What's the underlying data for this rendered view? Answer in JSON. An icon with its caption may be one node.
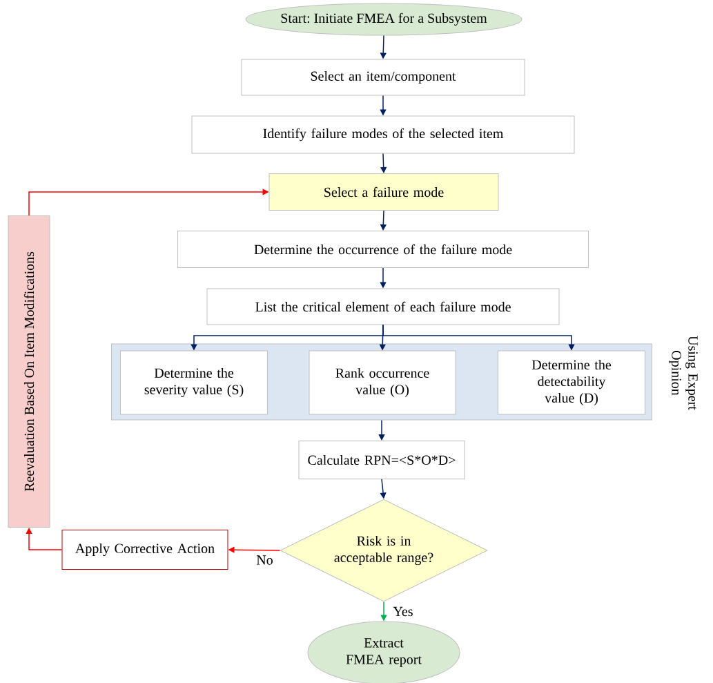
{
  "diagram": {
    "nodes": [
      {
        "text": [
          "Start: Initiate FMEA for a Subsystem"
        ]
      },
      {
        "text": [
          "Select an item/component"
        ]
      },
      {
        "text": [
          "Identify failure modes of the selected item"
        ]
      },
      {
        "text": [
          "Select a failure mode"
        ]
      },
      {
        "text": [
          "Determine the occurrence of the failure mode"
        ]
      },
      {
        "text": [
          "List the critical element of each failure mode"
        ]
      },
      {
        "text": [
          "Using Expert Opinion"
        ]
      },
      {
        "text": [
          "Determine the severity value (S)"
        ],
        "in": 6
      },
      {
        "text": [
          "Rank occurrence value (O)"
        ],
        "in": 6
      },
      {
        "text": [
          "Determine the detectability value (D)"
        ],
        "in": 6
      },
      {
        "text": [
          "Calculate RPN=<S*O*D>"
        ]
      },
      {
        "text": [
          "Risk is in acceptable range?"
        ]
      },
      {
        "text": [
          "Extract FMEA report"
        ]
      },
      {
        "text": [
          "Apply Corrective Action"
        ]
      },
      {
        "text": [
          "Reevaluation Based On Item Modifications"
        ]
      }
    ],
    "edges": [
      {
        "from": 0,
        "to": 1,
        "arrow": "to"
      },
      {
        "from": 1,
        "to": 2,
        "arrow": "to"
      },
      {
        "from": 2,
        "to": 3,
        "arrow": "to"
      },
      {
        "from": 3,
        "to": 4,
        "arrow": "to"
      },
      {
        "from": 4,
        "to": 5,
        "arrow": "to"
      },
      {
        "from": 5,
        "to": 7,
        "arrow": "to"
      },
      {
        "from": 5,
        "to": 8,
        "arrow": "to"
      },
      {
        "from": 5,
        "to": 9,
        "arrow": "to"
      },
      {
        "from": 6,
        "to": 10,
        "arrow": "to"
      },
      {
        "from": 10,
        "to": 11,
        "arrow": "to"
      },
      {
        "from": 11,
        "to": 12,
        "arrow": "to",
        "label": "Yes",
        "color": "#00b050"
      },
      {
        "from": 11,
        "to": 13,
        "arrow": "to",
        "label": "No",
        "color": "#ff0000"
      },
      {
        "from": 13,
        "to": 14,
        "arrow": "to",
        "color": "#ff0000"
      },
      {
        "from": 14,
        "to": 3,
        "arrow": "to",
        "color": "#ff0000"
      }
    ]
  }
}
